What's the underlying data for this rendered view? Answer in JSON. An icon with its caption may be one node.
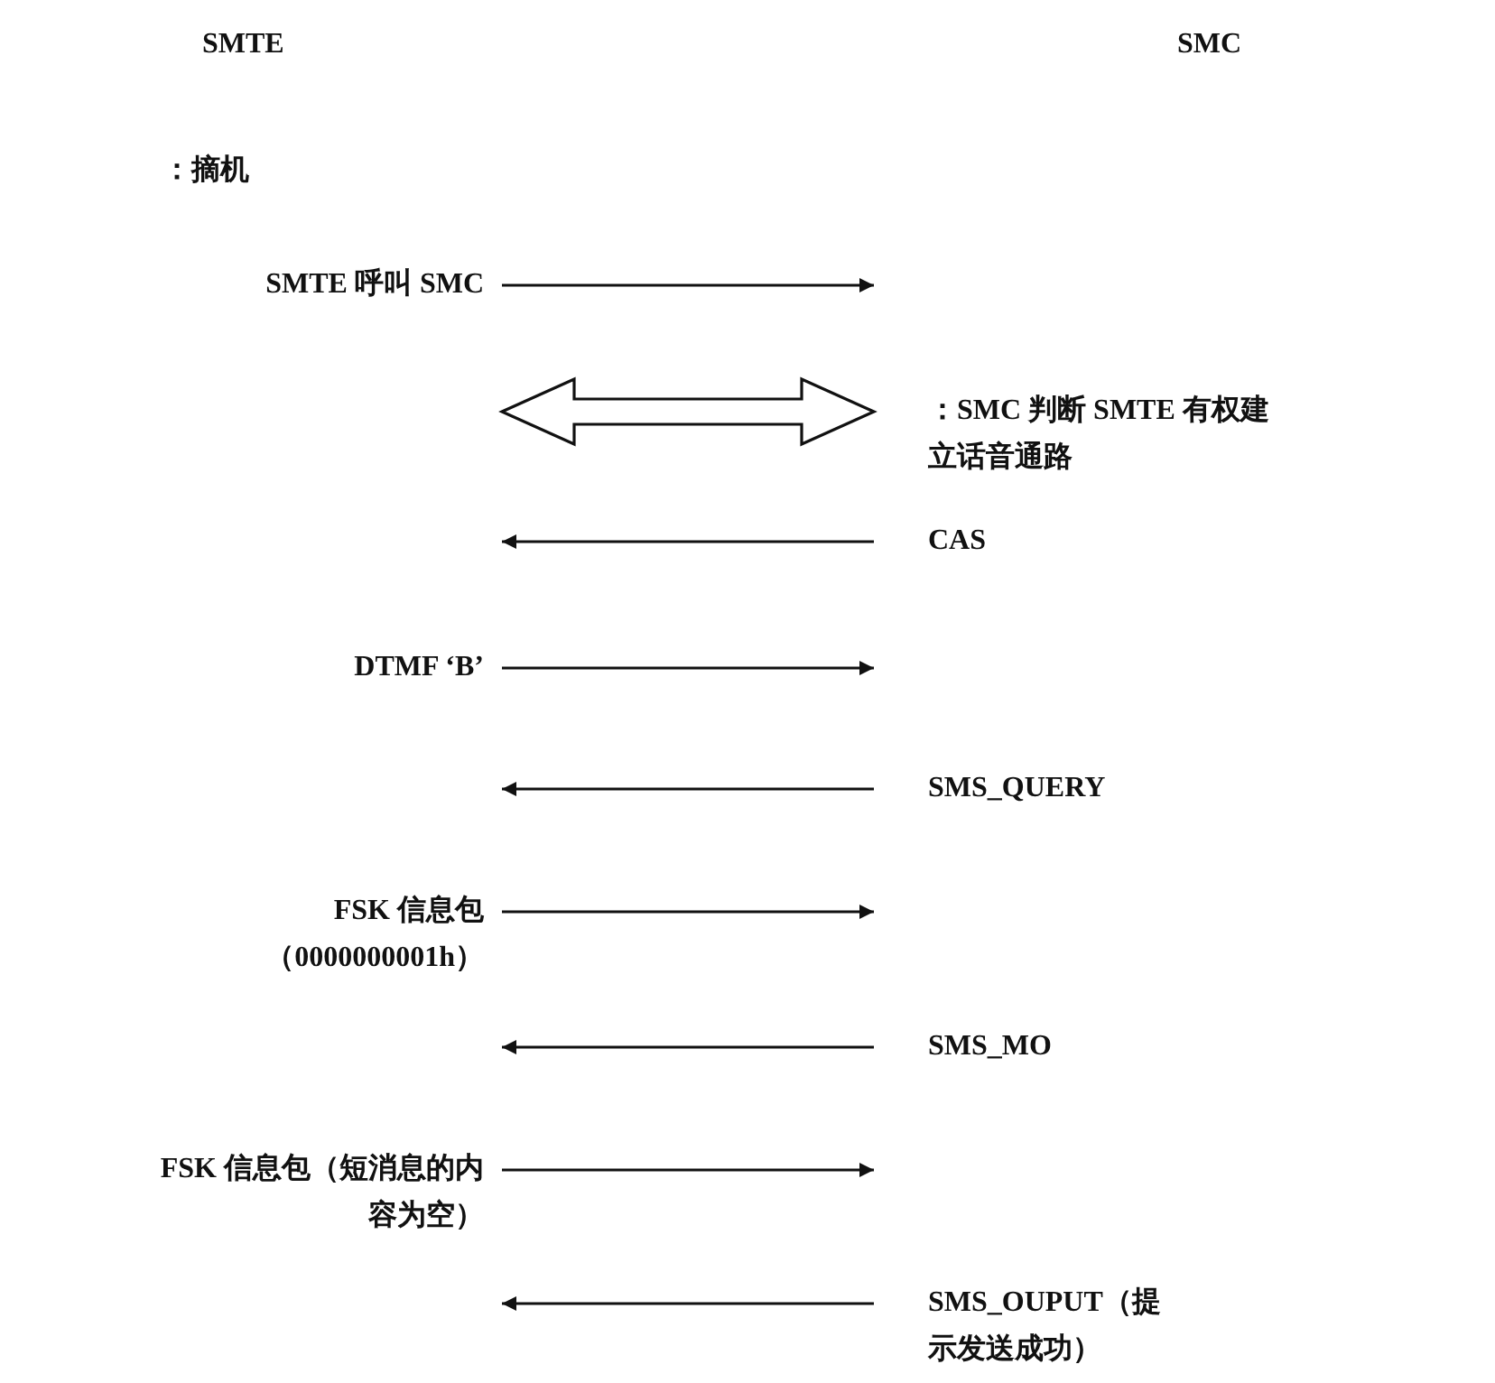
{
  "diagram": {
    "nodes": [
      {
        "text": [
          "SMTE 呼叫 SMC"
        ]
      },
      {
        "text": [
          "：SMC 判断 SMTE 有权建立话音通路"
        ]
      },
      {
        "text": [
          "CAS"
        ]
      },
      {
        "text": [
          "DTMF ‘B’"
        ]
      },
      {
        "text": [
          "SMS_QUERY"
        ]
      },
      {
        "text": [
          "FSK 信息包（0000000001h）"
        ]
      },
      {
        "text": [
          "SMS_MO"
        ]
      },
      {
        "text": [
          "FSK 信息包（短消息的内容为空）"
        ]
      },
      {
        "text": [
          "SMS_OUPUT（提示发送成功）"
        ]
      }
    ],
    "edges": [
      {
        "from": 0,
        "to": null,
        "arrow": "to"
      },
      {
        "from": null,
        "to": 1,
        "arrow": "both",
        "style": "thick"
      },
      {
        "from": 2,
        "to": null,
        "arrow": "to"
      },
      {
        "from": 3,
        "to": null,
        "arrow": "to"
      },
      {
        "from": 4,
        "to": null,
        "arrow": "to"
      },
      {
        "from": 5,
        "to": null,
        "arrow": "to"
      },
      {
        "from": 6,
        "to": null,
        "arrow": "to"
      },
      {
        "from": 7,
        "to": null,
        "arrow": "to"
      },
      {
        "from": 8,
        "to": null,
        "arrow": "to"
      }
    ],
    "labels": [
      "SMTE",
      "SMC",
      "：摘机"
    ]
  }
}
